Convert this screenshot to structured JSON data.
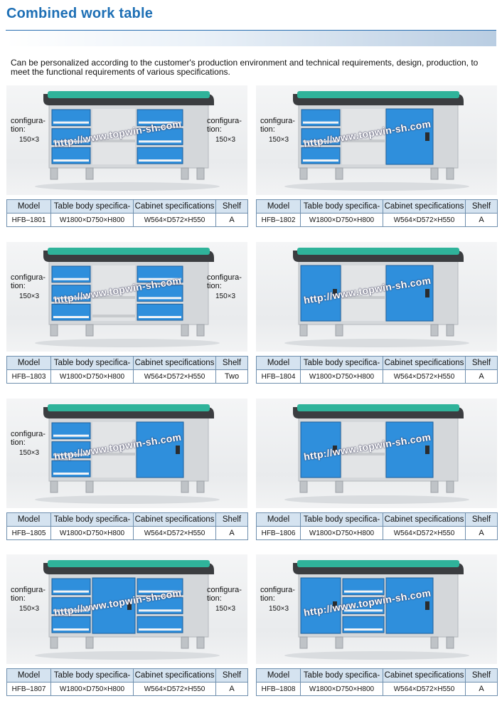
{
  "page": {
    "title": "Combined work table",
    "intro": "Can be personalized according to the customer's production environment and technical requirements, design, production, to meet the functional requirements of various specifications."
  },
  "table_headers": {
    "model": "Model",
    "body": "Table body specifica-",
    "cabinet": "Cabinet specifications",
    "shelf": "Shelf"
  },
  "config": {
    "label": "configura-\ntion:",
    "value": "150×3"
  },
  "watermark": "http://www.topwin-sh.com",
  "colors": {
    "accent": "#1d6fb5",
    "drawer_blue": "#2f8fdc",
    "table_top": "#2fb39a"
  },
  "products": [
    {
      "model": "HFB–1801",
      "body": "W1800×D750×H800",
      "cabinet": "W564×D572×H550",
      "shelf": "A",
      "config_left": "configura-\ntion:",
      "config_left_value": "150×3",
      "config_right": "configura-\ntion:",
      "config_right_value": "150×3"
    },
    {
      "model": "HFB–1802",
      "body": "W1800×D750×H800",
      "cabinet": "W564×D572×H550",
      "shelf": "A",
      "config_left": "configura-\ntion:",
      "config_left_value": "150×3"
    },
    {
      "model": "HFB–1803",
      "body": "W1800×D750×H800",
      "cabinet": "W564×D572×H550",
      "shelf": "Two",
      "config_left": "configura-\ntion:",
      "config_left_value": "150×3",
      "config_right": "configura-\ntion:",
      "config_right_value": "150×3"
    },
    {
      "model": "HFB–1804",
      "body": "W1800×D750×H800",
      "cabinet": "W564×D572×H550",
      "shelf": "A"
    },
    {
      "model": "HFB–1805",
      "body": "W1800×D750×H800",
      "cabinet": "W564×D572×H550",
      "shelf": "A",
      "config_left": "configura-\ntion:",
      "config_left_value": "150×3"
    },
    {
      "model": "HFB–1806",
      "body": "W1800×D750×H800",
      "cabinet": "W564×D572×H550",
      "shelf": "A"
    },
    {
      "model": "HFB–1807",
      "body": "W1800×D750×H800",
      "cabinet": "W564×D572×H550",
      "shelf": "A",
      "config_left": "configura-\ntion:",
      "config_left_value": "150×3",
      "config_right": "configura-\ntion:",
      "config_right_value": "150×3"
    },
    {
      "model": "HFB–1808",
      "body": "W1800×D750×H800",
      "cabinet": "W564×D572×H550",
      "shelf": "A",
      "config_left": "configura-\ntion:",
      "config_left_value": "150×3"
    }
  ]
}
